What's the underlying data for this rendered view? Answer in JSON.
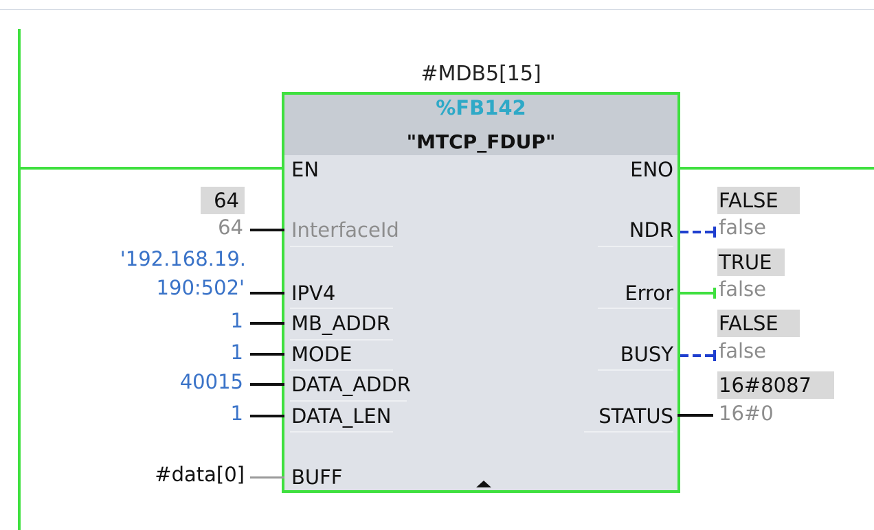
{
  "instance": "#MDB5[15]",
  "block": {
    "number": "%FB142",
    "name": "\"MTCP_FDUP\""
  },
  "pins": {
    "en": "EN",
    "eno": "ENO",
    "interface_id": "InterfaceId",
    "ipv4": "IPV4",
    "mb_addr": "MB_ADDR",
    "mode": "MODE",
    "data_addr": "DATA_ADDR",
    "data_len": "DATA_LEN",
    "buff": "BUFF",
    "ndr": "NDR",
    "error": "Error",
    "busy": "BUSY",
    "status": "STATUS"
  },
  "inputs": {
    "interface_id_live": "64",
    "interface_id": "64",
    "ipv4_line1": "'192.168.19.",
    "ipv4_line2": "190:502'",
    "mb_addr": "1",
    "mode": "1",
    "data_addr": "40015",
    "data_len": "1",
    "buff": "#data[0]"
  },
  "outputs": {
    "ndr_live": "FALSE",
    "ndr": "false",
    "error_live": "TRUE",
    "error": "false",
    "busy_live": "FALSE",
    "busy": "false",
    "status_live": "16#8087",
    "status": "16#0"
  },
  "colors": {
    "power_flow": "#3fe03f",
    "block_fill": "#dfe2e8",
    "block_header": "#c7ccd3",
    "fb_number": "#2fa9c7",
    "constant": "#3a73c8",
    "live_value_bg": "#d9d9d9",
    "bool_false_wire": "#1f3fcf"
  }
}
